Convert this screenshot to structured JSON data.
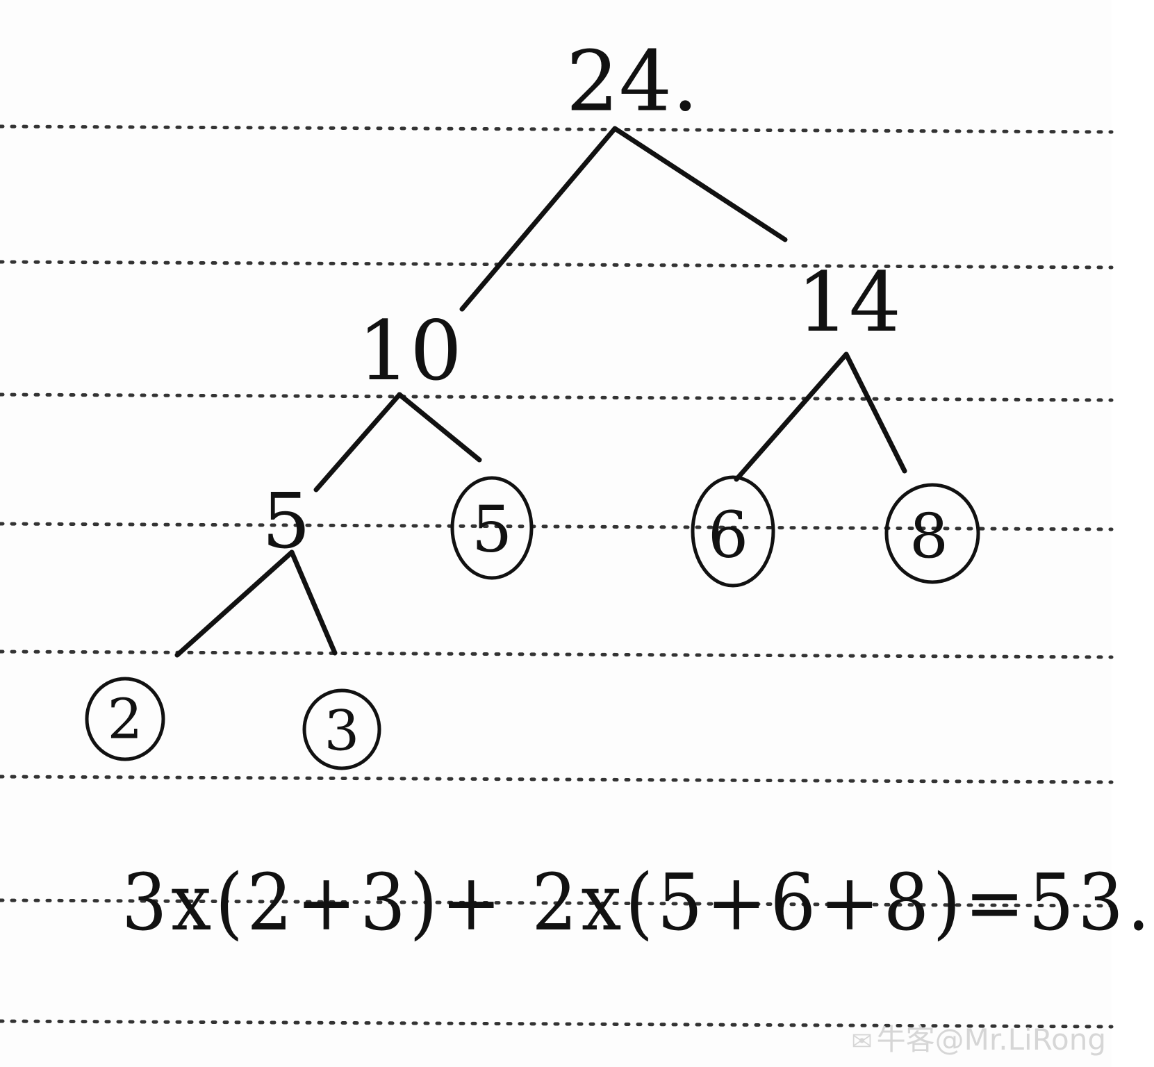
{
  "tree": {
    "root": {
      "label": "24.",
      "left": {
        "label": "10",
        "left": {
          "label": "5",
          "left": {
            "label": "2",
            "leaf": true
          },
          "right": {
            "label": "3",
            "leaf": true
          }
        },
        "right": {
          "label": "5",
          "leaf": true
        }
      },
      "right": {
        "label": "14",
        "left": {
          "label": "6",
          "leaf": true
        },
        "right": {
          "label": "8",
          "leaf": true
        }
      }
    }
  },
  "formula": {
    "text": "3x(2+3)+ 2x(5+6+8)=53."
  },
  "watermark": {
    "icon": "chat-icon",
    "text": "牛客@Mr.LiRong"
  },
  "colors": {
    "ink": "#111111",
    "paper": "#fdfdfd",
    "dotted_rule": "#333333",
    "watermark": "#d6d6d6"
  }
}
